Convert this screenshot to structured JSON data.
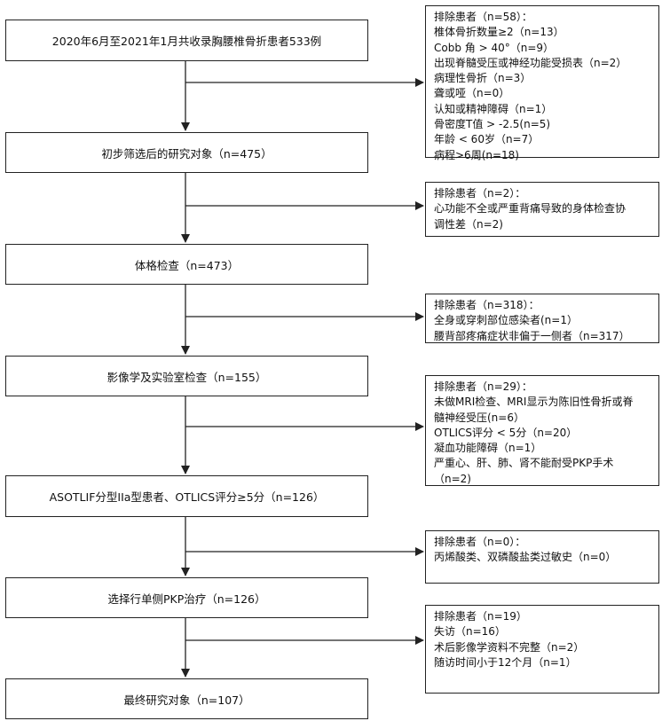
{
  "main_steps": [
    "2020年6月至2021年1月共收录胸腰椎骨折患者533例",
    "初步筛选后的研究对象（n=475）",
    "体格检查（n=473）",
    "影像学及实验室检查（n=155）",
    "ASOTLIF分型IIa型患者、OTLICS评分≥5分（n=126）",
    "选择行单侧PKP治疗（n=126）",
    "最终研究对象（n=107）"
  ],
  "exclusions": [
    [
      "排除患者（n=58）：",
      "椎体骨折数量≥2（n=13）",
      "Cobb 角 > 40°（n=9）",
      "出现脊髓受压或神经功能受损表（n=2）",
      "病理性骨折（n=3）",
      "聋或哑（n=0）",
      "认知或精神障碍（n=1）",
      "骨密度T值 > -2.5(n=5)",
      "年龄 < 60岁（n=7）",
      "病程>6周(n=18)"
    ],
    [
      "排除患者（n=2）：",
      "心功能不全或严重背痛导致的身体检查协",
      "调性差（n=2)"
    ],
    [
      "排除患者（n=318）：",
      "全身或穿刺部位感染者(n=1）",
      "腰背部疼痛症状非偏于一侧者（n=317）"
    ],
    [
      "排除患者（n=29）：",
      "未做MRI检查、MRI显示为陈旧性骨折或脊",
      "髓神经受压(n=6）",
      "OTLICS评分 < 5分（n=20）",
      "凝血功能障碍（n=1）",
      "严重心、肝、肺、肾不能耐受PKP手术",
      "（n=2)"
    ],
    [
      "排除患者（n=0）：",
      "丙烯酸类、双磷酸盐类过敏史（n=0）"
    ],
    [
      "排除患者（n=19）",
      "失访（n=16）",
      "术后影像学资料不完整（n=2）",
      "随访时间小于12个月（n=1）"
    ]
  ]
}
